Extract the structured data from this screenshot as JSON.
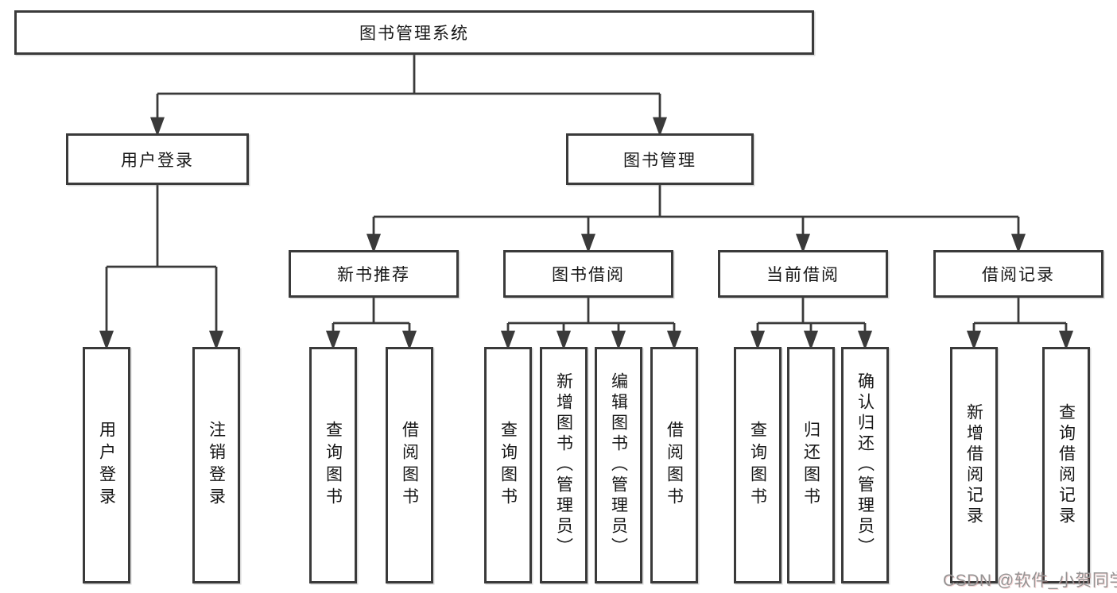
{
  "tree": {
    "label": "图书管理系统",
    "children": [
      {
        "label": "用户登录",
        "children": [
          {
            "label": "用户登录"
          },
          {
            "label": "注销登录"
          }
        ]
      },
      {
        "label": "图书管理",
        "children": [
          {
            "label": "新书推荐",
            "children": [
              {
                "label": "查询图书"
              },
              {
                "label": "借阅图书"
              }
            ]
          },
          {
            "label": "图书借阅",
            "children": [
              {
                "label": "查询图书"
              },
              {
                "label": "新增图书（管理员）"
              },
              {
                "label": "编辑图书（管理员）"
              },
              {
                "label": "借阅图书"
              }
            ]
          },
          {
            "label": "当前借阅",
            "children": [
              {
                "label": "查询图书"
              },
              {
                "label": "归还图书"
              },
              {
                "label": "确认归还（管理员）"
              }
            ]
          },
          {
            "label": "借阅记录",
            "children": [
              {
                "label": "新增借阅记录"
              },
              {
                "label": "查询借阅记录"
              }
            ]
          }
        ]
      }
    ]
  },
  "watermark": "CSDN @软件_小贺同学",
  "colors": {
    "line": "#3a3a3a",
    "text": "#161616",
    "watermark": "#949494",
    "background": "#ffffff"
  }
}
